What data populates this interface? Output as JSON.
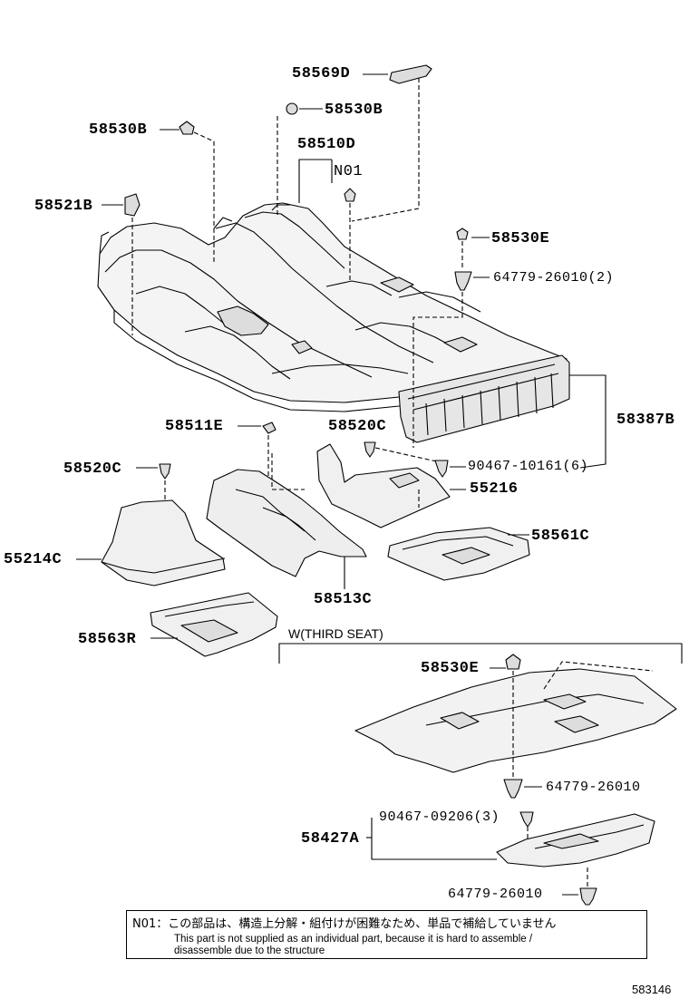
{
  "labels": {
    "p58569D": "58569D",
    "p58530B_top": "58530B",
    "p58530B_left": "58530B",
    "p58510D": "58510D",
    "pN01": "N01",
    "p58521B": "58521B",
    "p58530E_top": "58530E",
    "p64779_2": "64779-26010(2)",
    "p58387B": "58387B",
    "p58511E": "58511E",
    "p58520C_mid": "58520C",
    "p90467_10161": "90467-10161(6)",
    "p58520C_left": "58520C",
    "p55216": "55216",
    "p58561C": "58561C",
    "p55214C": "55214C",
    "p58513C": "58513C",
    "p58563R": "58563R",
    "p58530E_bot": "58530E",
    "p64779_a": "64779-26010",
    "p90467_09206": "90467-09206(3)",
    "p58427A": "58427A",
    "p64779_b": "64779-26010"
  },
  "section_title": "W(THIRD SEAT)",
  "note": {
    "jp": "N01：この部品は、構造上分解・組付けが困難なため、単品で補給していません",
    "en_line1": "This part is not supplied as an individual part, because it is hard to assemble /",
    "en_line2": "disassemble due to the structure"
  },
  "diagram_id": "583146"
}
